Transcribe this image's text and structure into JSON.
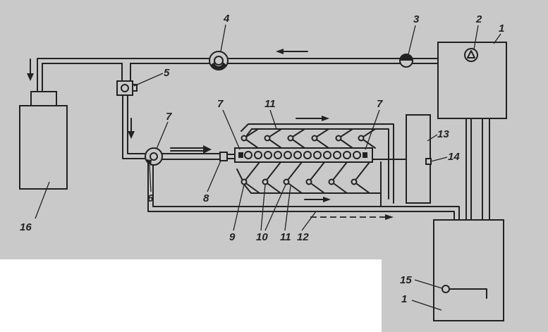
{
  "callouts": [
    "1",
    "2",
    "3",
    "4",
    "5",
    "7",
    "7",
    "11",
    "7",
    "13",
    "14",
    "6",
    "8",
    "9",
    "10",
    "11",
    "12",
    "16",
    "15",
    "1"
  ],
  "colors": {
    "background": "#c9c9c9",
    "ink": "#222222",
    "paper": "#ffffff"
  }
}
